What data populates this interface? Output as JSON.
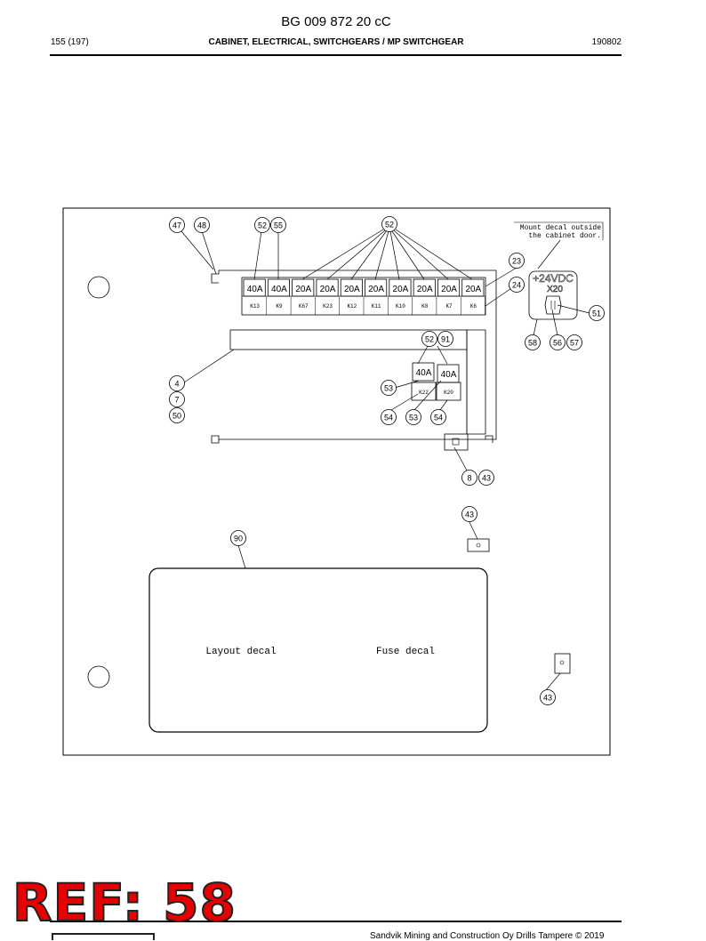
{
  "header": {
    "doc_number": "BG 009 872 20 cC",
    "page": "155 (197)",
    "section": "CABINET, ELECTRICAL, SWITCHGEARS / MP SWITCHGEAR",
    "date": "190802"
  },
  "diagram": {
    "top_fuses": [
      {
        "rating": "40A",
        "id": "K13"
      },
      {
        "rating": "40A",
        "id": "K9"
      },
      {
        "rating": "20A",
        "id": "K67"
      },
      {
        "rating": "20A",
        "id": "K23"
      },
      {
        "rating": "20A",
        "id": "K12"
      },
      {
        "rating": "20A",
        "id": "K11"
      },
      {
        "rating": "20A",
        "id": "K10"
      },
      {
        "rating": "20A",
        "id": "K8"
      },
      {
        "rating": "20A",
        "id": "K7"
      },
      {
        "rating": "20A",
        "id": "K6"
      }
    ],
    "lower_fuses": [
      {
        "rating": "40A",
        "id": "K22"
      },
      {
        "rating": "40A",
        "id": "K20"
      }
    ],
    "callouts": {
      "c47": "47",
      "c48": "48",
      "c52a": "52",
      "c55": "55",
      "c52b": "52",
      "c23": "23",
      "c24": "24",
      "c51": "51",
      "c58": "58",
      "c56": "56",
      "c57": "57",
      "c52c": "52",
      "c91": "91",
      "c4": "4",
      "c7": "7",
      "c50": "50",
      "c53a": "53",
      "c54a": "54",
      "c53b": "53",
      "c54b": "54",
      "c8": "8",
      "c43a": "43",
      "c43b": "43",
      "c90": "90",
      "c43c": "43"
    },
    "note_line1": "Mount decal outside",
    "note_line2": "the cabinet door.",
    "connector_voltage": "+24VDC",
    "connector_id": "X20",
    "layout_decal": "Layout decal",
    "fuse_decal": "Fuse decal"
  },
  "footer": {
    "ref": "REF: 58",
    "copyright": "Sandvik Mining and Construction Oy Drills Tampere © 2019"
  }
}
